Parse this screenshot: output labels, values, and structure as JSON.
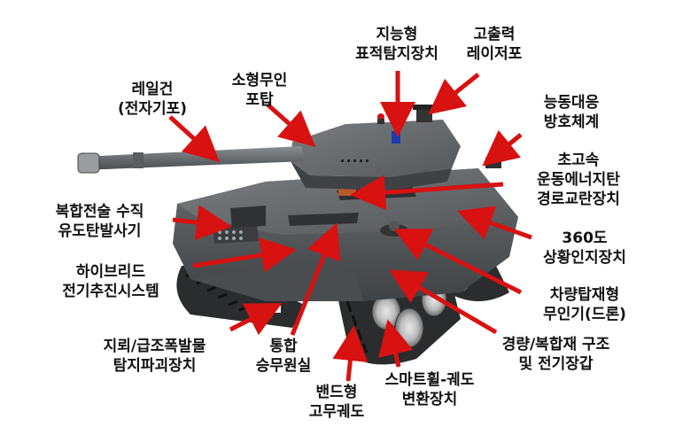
{
  "colors": {
    "arrow": "#d81111",
    "hull": "#5b5e61",
    "hull_dark": "#3d4043",
    "text": "#111111"
  },
  "labels": {
    "railgun": {
      "line1": "레일건",
      "line2": "(전자기포)"
    },
    "turret": {
      "line1": "소형무인",
      "line2": "포탑"
    },
    "target": {
      "line1": "지능형",
      "line2": "표적탐지장치"
    },
    "laser": {
      "line1": "고출력",
      "line2": "레이저포"
    },
    "aps": {
      "line1": "능동대응",
      "line2": "방호체계"
    },
    "hyper": {
      "line1": "초고속",
      "line2": "운동에너지탄",
      "line3": "경로교란장치"
    },
    "sensor360": {
      "line1": "360도",
      "line2": "상황인지장치"
    },
    "vertical": {
      "line1": "복합전술 수직",
      "line2": "유도탄발사기"
    },
    "hybrid": {
      "line1": "하이브리드",
      "line2": "전기추진시스템"
    },
    "drone": {
      "line1": "차량탑재형",
      "line2": "무인기(드론)"
    },
    "mine": {
      "line1": "지뢰/급조폭발물",
      "line2": "탐지파괴장치"
    },
    "crew": {
      "line1": "통합",
      "line2": "승무원실"
    },
    "armor": {
      "line1": "경량/복합재 구조",
      "line2": "및 전기장갑"
    },
    "band": {
      "line1": "밴드형",
      "line2": "고무궤도"
    },
    "wheel": {
      "line1": "스마트휠-궤도",
      "line2": "변환장치"
    }
  }
}
